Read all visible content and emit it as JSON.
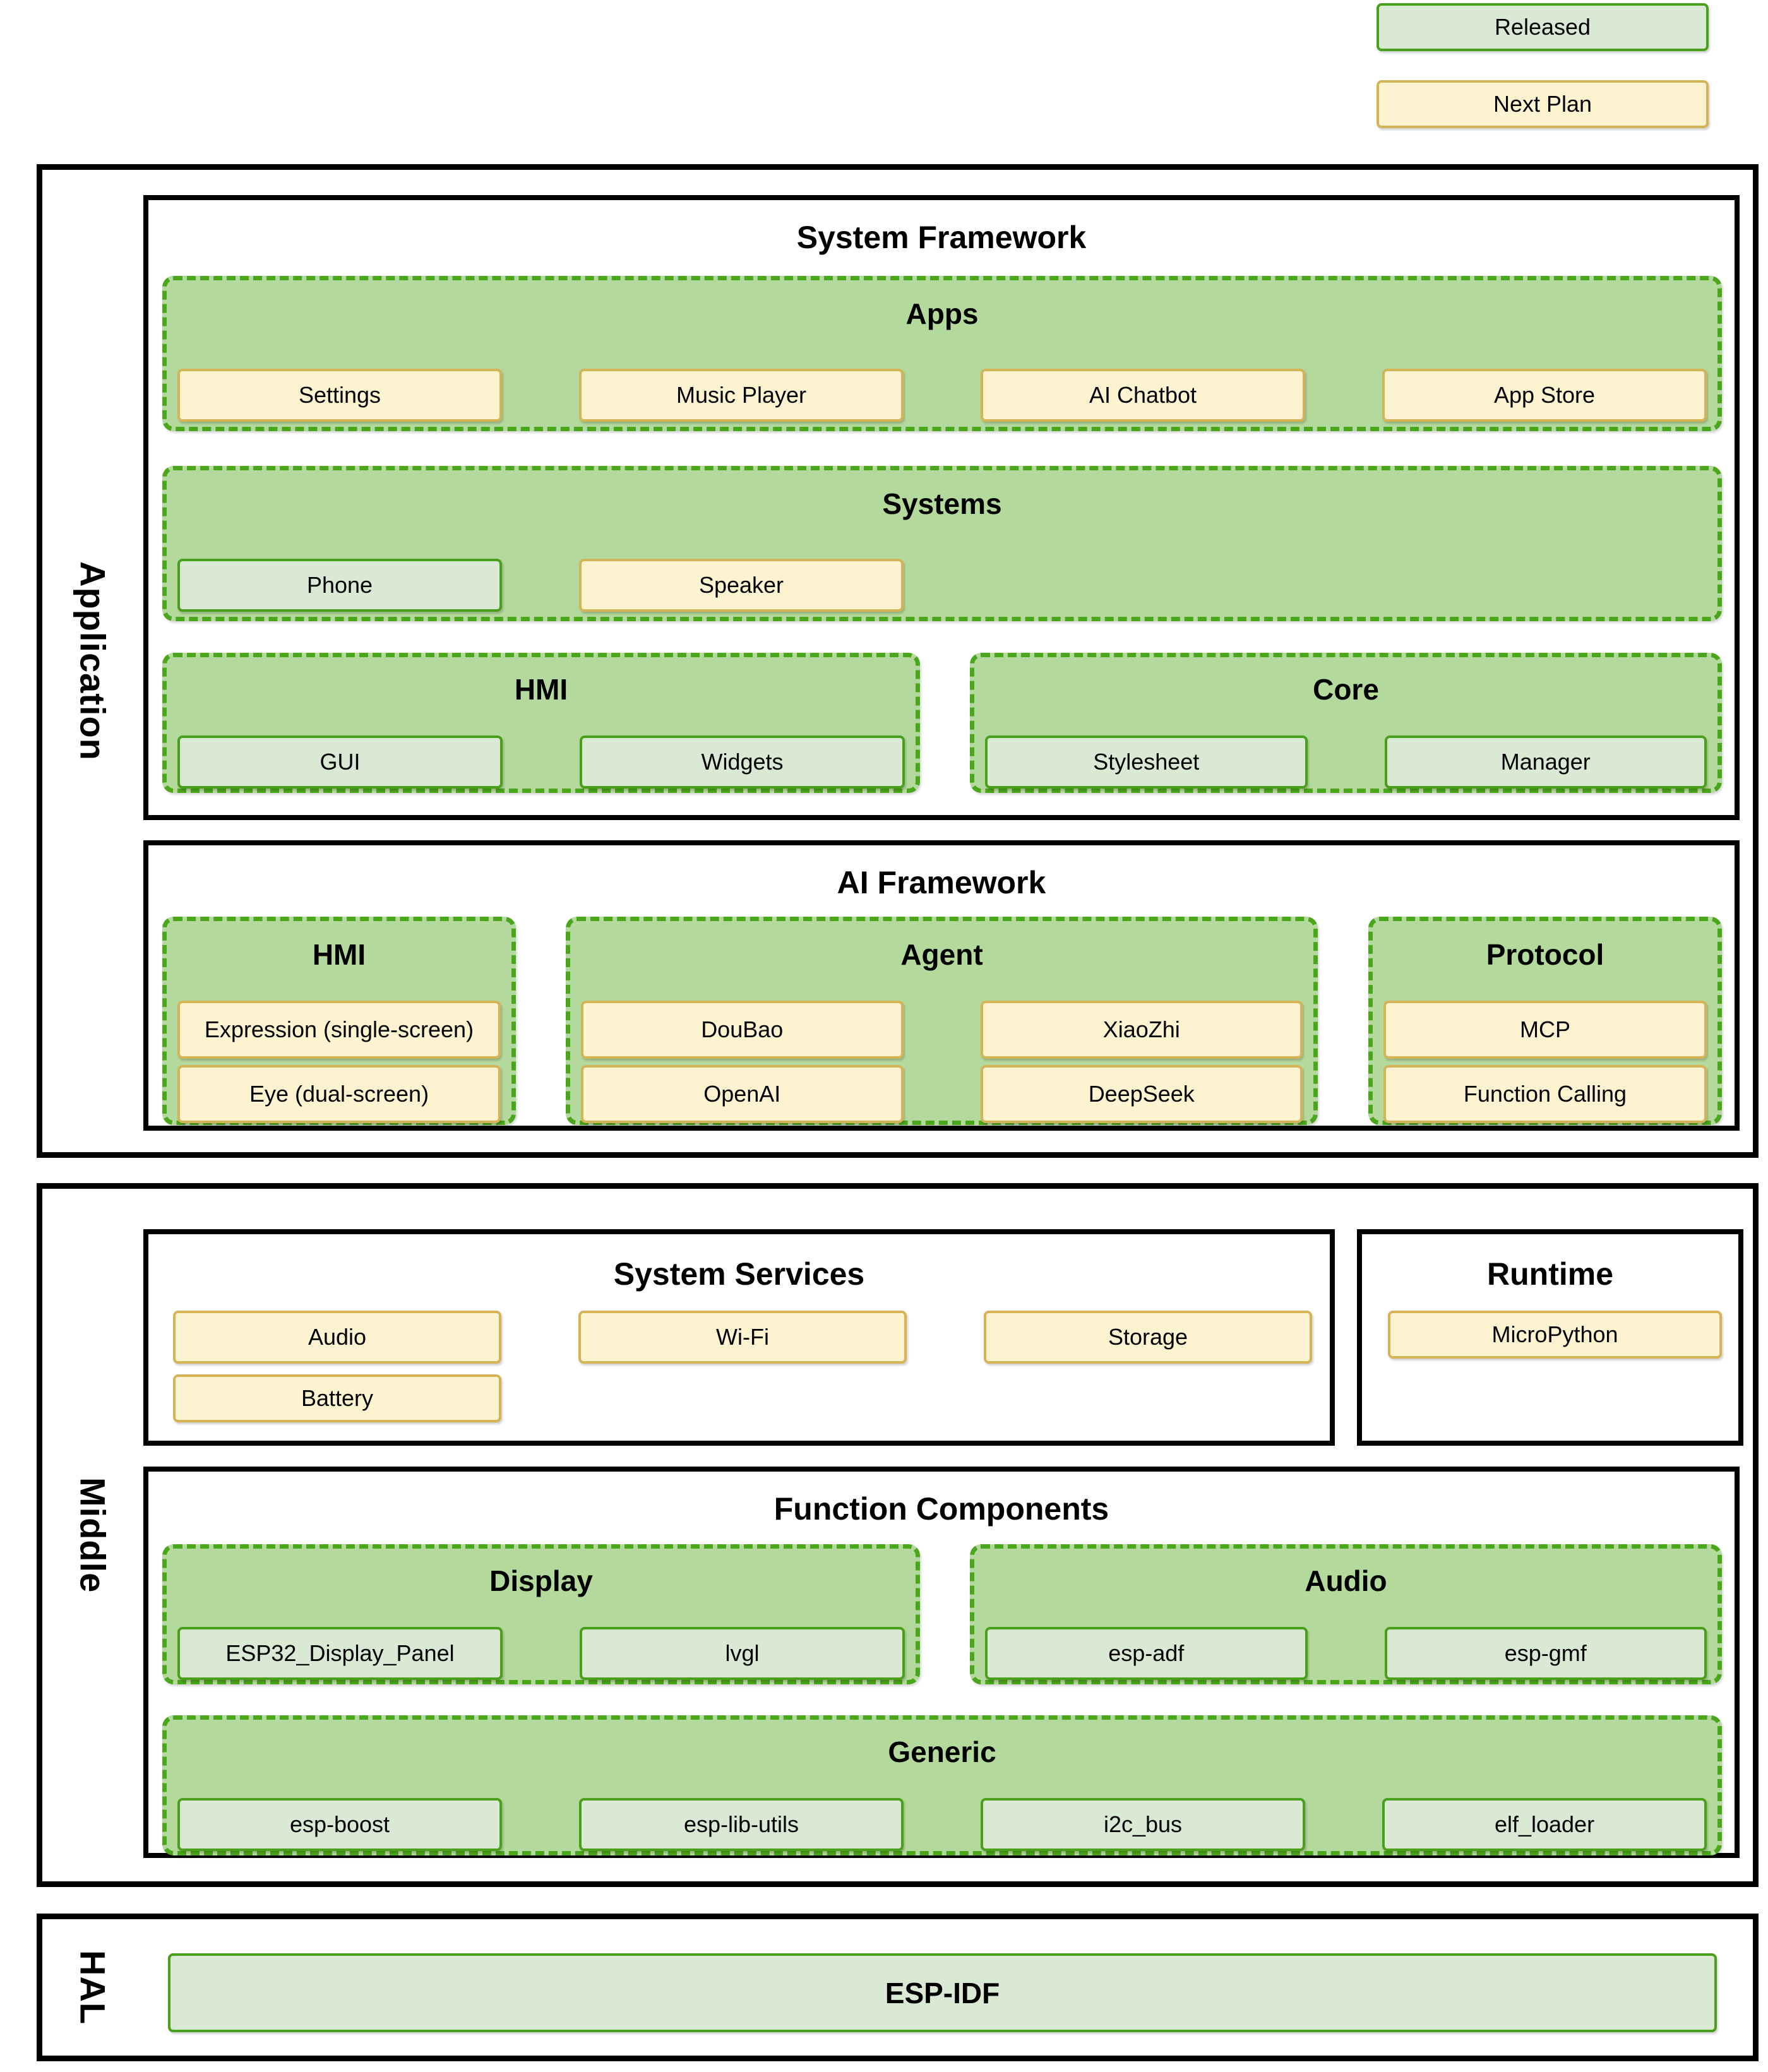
{
  "legend": {
    "released": "Released",
    "next_plan": "Next Plan"
  },
  "colors": {
    "released_fill": "#d9e9d3",
    "released_border": "#4aa01a",
    "next_plan_fill": "#fdf3d0",
    "next_plan_border": "#d4b456",
    "container_fill": "#b4d99c",
    "container_border": "#4aa61b",
    "section_border": "#000000"
  },
  "application": {
    "label": "Application",
    "system_framework": {
      "title": "System Framework",
      "apps": {
        "title": "Apps",
        "items": [
          {
            "label": "Settings",
            "status": "plan"
          },
          {
            "label": "Music Player",
            "status": "plan"
          },
          {
            "label": "AI Chatbot",
            "status": "plan"
          },
          {
            "label": "App Store",
            "status": "plan"
          }
        ]
      },
      "systems": {
        "title": "Systems",
        "items": [
          {
            "label": "Phone",
            "status": "released"
          },
          {
            "label": "Speaker",
            "status": "plan"
          }
        ]
      },
      "hmi": {
        "title": "HMI",
        "items": [
          {
            "label": "GUI",
            "status": "released"
          },
          {
            "label": "Widgets",
            "status": "released"
          }
        ]
      },
      "core": {
        "title": "Core",
        "items": [
          {
            "label": "Stylesheet",
            "status": "released"
          },
          {
            "label": "Manager",
            "status": "released"
          }
        ]
      }
    },
    "ai_framework": {
      "title": "AI Framework",
      "hmi": {
        "title": "HMI",
        "items": [
          {
            "label": "Expression (single-screen)",
            "status": "plan"
          },
          {
            "label": "Eye (dual-screen)",
            "status": "plan"
          }
        ]
      },
      "agent": {
        "title": "Agent",
        "items": [
          {
            "label": "DouBao",
            "status": "plan"
          },
          {
            "label": "XiaoZhi",
            "status": "plan"
          },
          {
            "label": "OpenAI",
            "status": "plan"
          },
          {
            "label": "DeepSeek",
            "status": "plan"
          }
        ]
      },
      "protocol": {
        "title": "Protocol",
        "items": [
          {
            "label": "MCP",
            "status": "plan"
          },
          {
            "label": "Function Calling",
            "status": "plan"
          }
        ]
      }
    }
  },
  "middle": {
    "label": "Middle",
    "system_services": {
      "title": "System Services",
      "items": [
        {
          "label": "Audio",
          "status": "plan"
        },
        {
          "label": "Wi-Fi",
          "status": "plan"
        },
        {
          "label": "Storage",
          "status": "plan"
        },
        {
          "label": "Battery",
          "status": "plan"
        }
      ]
    },
    "runtime": {
      "title": "Runtime",
      "items": [
        {
          "label": "MicroPython",
          "status": "plan"
        }
      ]
    },
    "function_components": {
      "title": "Function Components",
      "display": {
        "title": "Display",
        "items": [
          {
            "label": "ESP32_Display_Panel",
            "status": "released"
          },
          {
            "label": "lvgl",
            "status": "released"
          }
        ]
      },
      "audio": {
        "title": "Audio",
        "items": [
          {
            "label": "esp-adf",
            "status": "released"
          },
          {
            "label": "esp-gmf",
            "status": "released"
          }
        ]
      },
      "generic": {
        "title": "Generic",
        "items": [
          {
            "label": "esp-boost",
            "status": "released"
          },
          {
            "label": "esp-lib-utils",
            "status": "released"
          },
          {
            "label": "i2c_bus",
            "status": "released"
          },
          {
            "label": "elf_loader",
            "status": "released"
          }
        ]
      }
    }
  },
  "hal": {
    "label": "HAL",
    "esp_idf": {
      "label": "ESP-IDF",
      "status": "released"
    }
  }
}
